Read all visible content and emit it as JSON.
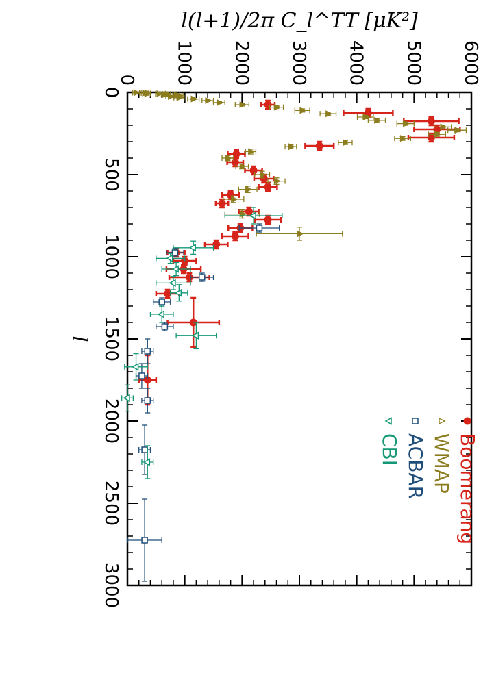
{
  "chart_data": {
    "type": "scatter",
    "title": "",
    "xlabel": "l",
    "ylabel": "l(l+1)/2π  C_l^TT [μK²]",
    "xlim": [
      0,
      3000
    ],
    "ylim": [
      0,
      6000
    ],
    "x_ticks": [
      "0",
      "500",
      "1000",
      "1500",
      "2000",
      "2500",
      "3000"
    ],
    "y_ticks": [
      "0",
      "1000",
      "2000",
      "3000",
      "4000",
      "5000",
      "6000"
    ],
    "zero_line": "dotted",
    "legend_position": "top-right",
    "series": [
      {
        "name": "Boomerang",
        "marker": "filled-circle",
        "color": "#d6241a",
        "points": [
          {
            "x": 75,
            "y": 2450,
            "xe": 25,
            "ye": 120
          },
          {
            "x": 125,
            "y": 4200,
            "xe": 25,
            "ye": 430
          },
          {
            "x": 175,
            "y": 5300,
            "xe": 25,
            "ye": 480
          },
          {
            "x": 225,
            "y": 5400,
            "xe": 25,
            "ye": 400
          },
          {
            "x": 275,
            "y": 5300,
            "xe": 25,
            "ye": 400
          },
          {
            "x": 325,
            "y": 3350,
            "xe": 25,
            "ye": 250
          },
          {
            "x": 375,
            "y": 1900,
            "xe": 25,
            "ye": 150
          },
          {
            "x": 425,
            "y": 1880,
            "xe": 25,
            "ye": 140
          },
          {
            "x": 475,
            "y": 2200,
            "xe": 25,
            "ye": 150
          },
          {
            "x": 525,
            "y": 2380,
            "xe": 25,
            "ye": 170
          },
          {
            "x": 575,
            "y": 2450,
            "xe": 25,
            "ye": 160
          },
          {
            "x": 625,
            "y": 1800,
            "xe": 25,
            "ye": 150
          },
          {
            "x": 675,
            "y": 1650,
            "xe": 25,
            "ye": 110
          },
          {
            "x": 725,
            "y": 2120,
            "xe": 25,
            "ye": 170
          },
          {
            "x": 775,
            "y": 2450,
            "xe": 25,
            "ye": 230
          },
          {
            "x": 825,
            "y": 1970,
            "xe": 25,
            "ye": 210
          },
          {
            "x": 875,
            "y": 1880,
            "xe": 25,
            "ye": 230
          },
          {
            "x": 925,
            "y": 1550,
            "xe": 25,
            "ye": 200
          },
          {
            "x": 975,
            "y": 850,
            "xe": 25,
            "ye": 150
          },
          {
            "x": 1025,
            "y": 1000,
            "xe": 25,
            "ye": 200
          },
          {
            "x": 1075,
            "y": 980,
            "xe": 25,
            "ye": 300
          },
          {
            "x": 1125,
            "y": 1080,
            "xe": 25,
            "ye": 350
          },
          {
            "x": 1225,
            "y": 700,
            "xe": 25,
            "ye": 200
          },
          {
            "x": 1400,
            "y": 1150,
            "xe": 150,
            "ye": 450
          },
          {
            "x": 1750,
            "y": 350,
            "xe": 150,
            "ye": 150
          }
        ]
      },
      {
        "name": "WMAP",
        "marker": "triangle-right",
        "color": "#8c7d1e",
        "points": [
          {
            "x": 2,
            "y": 150,
            "xe": 0,
            "ye": 60
          },
          {
            "x": 4,
            "y": 300,
            "xe": 0,
            "ye": 60
          },
          {
            "x": 6,
            "y": 350,
            "xe": 0,
            "ye": 50
          },
          {
            "x": 8,
            "y": 550,
            "xe": 0,
            "ye": 60
          },
          {
            "x": 10,
            "y": 700,
            "xe": 1,
            "ye": 50
          },
          {
            "x": 13,
            "y": 650,
            "xe": 2,
            "ye": 60
          },
          {
            "x": 16,
            "y": 850,
            "xe": 2,
            "ye": 60
          },
          {
            "x": 20,
            "y": 900,
            "xe": 2,
            "ye": 70
          },
          {
            "x": 25,
            "y": 750,
            "xe": 3,
            "ye": 80
          },
          {
            "x": 32,
            "y": 900,
            "xe": 4,
            "ye": 90
          },
          {
            "x": 40,
            "y": 1150,
            "xe": 4,
            "ye": 100
          },
          {
            "x": 50,
            "y": 1400,
            "xe": 5,
            "ye": 100
          },
          {
            "x": 62,
            "y": 1600,
            "xe": 6,
            "ye": 100
          },
          {
            "x": 75,
            "y": 2000,
            "xe": 8,
            "ye": 120
          },
          {
            "x": 90,
            "y": 2600,
            "xe": 8,
            "ye": 120
          },
          {
            "x": 110,
            "y": 3050,
            "xe": 10,
            "ye": 130
          },
          {
            "x": 130,
            "y": 3500,
            "xe": 10,
            "ye": 140
          },
          {
            "x": 150,
            "y": 4150,
            "xe": 10,
            "ye": 140
          },
          {
            "x": 170,
            "y": 4350,
            "xe": 10,
            "ye": 150
          },
          {
            "x": 190,
            "y": 4850,
            "xe": 10,
            "ye": 150
          },
          {
            "x": 210,
            "y": 5500,
            "xe": 10,
            "ye": 150
          },
          {
            "x": 230,
            "y": 5750,
            "xe": 10,
            "ye": 160
          },
          {
            "x": 255,
            "y": 5400,
            "xe": 12,
            "ye": 150
          },
          {
            "x": 280,
            "y": 4800,
            "xe": 12,
            "ye": 140
          },
          {
            "x": 305,
            "y": 3800,
            "xe": 12,
            "ye": 120
          },
          {
            "x": 330,
            "y": 2850,
            "xe": 12,
            "ye": 100
          },
          {
            "x": 360,
            "y": 2150,
            "xe": 15,
            "ye": 90
          },
          {
            "x": 400,
            "y": 1750,
            "xe": 15,
            "ye": 100
          },
          {
            "x": 450,
            "y": 2000,
            "xe": 15,
            "ye": 110
          },
          {
            "x": 500,
            "y": 2350,
            "xe": 20,
            "ye": 130
          },
          {
            "x": 540,
            "y": 2600,
            "xe": 20,
            "ye": 150
          },
          {
            "x": 590,
            "y": 2100,
            "xe": 20,
            "ye": 160
          },
          {
            "x": 650,
            "y": 1850,
            "xe": 20,
            "ye": 180
          },
          {
            "x": 740,
            "y": 2000,
            "xe": 25,
            "ye": 300
          },
          {
            "x": 860,
            "y": 3000,
            "xe": 40,
            "ye": 750
          }
        ]
      },
      {
        "name": "ACBAR",
        "marker": "open-square",
        "color": "#1e4e79",
        "points": [
          {
            "x": 825,
            "y": 2300,
            "xe": 25,
            "ye": 350
          },
          {
            "x": 975,
            "y": 830,
            "xe": 25,
            "ye": 150
          },
          {
            "x": 1125,
            "y": 1300,
            "xe": 25,
            "ye": 200
          },
          {
            "x": 1275,
            "y": 600,
            "xe": 25,
            "ye": 150
          },
          {
            "x": 1425,
            "y": 650,
            "xe": 25,
            "ye": 150
          },
          {
            "x": 1575,
            "y": 350,
            "xe": 75,
            "ye": 100
          },
          {
            "x": 1725,
            "y": 250,
            "xe": 75,
            "ye": 100
          },
          {
            "x": 1875,
            "y": 350,
            "xe": 75,
            "ye": 100
          },
          {
            "x": 2175,
            "y": 300,
            "xe": 150,
            "ye": 100
          },
          {
            "x": 2725,
            "y": 300,
            "xe": 250,
            "ye": 300
          }
        ]
      },
      {
        "name": "CBI",
        "marker": "triangle-left",
        "color": "#139774",
        "points": [
          {
            "x": 750,
            "y": 2200,
            "xe": 50,
            "ye": 500
          },
          {
            "x": 945,
            "y": 1150,
            "xe": 40,
            "ye": 350
          },
          {
            "x": 1010,
            "y": 750,
            "xe": 30,
            "ye": 250
          },
          {
            "x": 1075,
            "y": 850,
            "xe": 40,
            "ye": 250
          },
          {
            "x": 1160,
            "y": 800,
            "xe": 40,
            "ye": 300
          },
          {
            "x": 1220,
            "y": 900,
            "xe": 50,
            "ye": 150
          },
          {
            "x": 1350,
            "y": 600,
            "xe": 50,
            "ye": 200
          },
          {
            "x": 1480,
            "y": 1200,
            "xe": 80,
            "ye": 350
          },
          {
            "x": 1670,
            "y": 150,
            "xe": 80,
            "ye": 200
          },
          {
            "x": 1860,
            "y": 0,
            "xe": 80,
            "ye": 100
          },
          {
            "x": 2250,
            "y": 350,
            "xe": 100,
            "ye": 100
          }
        ]
      }
    ]
  }
}
